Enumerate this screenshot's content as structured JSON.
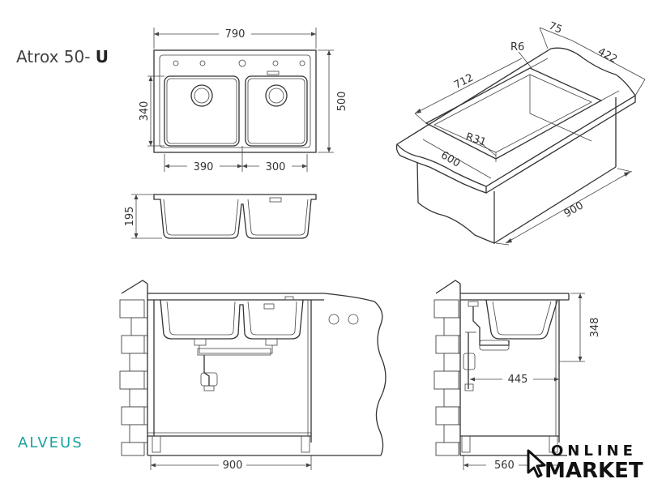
{
  "product": {
    "model": "Atrox 50-",
    "model_suffix": "U"
  },
  "brand": {
    "name": "ALVEUS",
    "color": "#1aa3a0"
  },
  "store": {
    "line1": "ONLINE",
    "line2": "MARKET"
  },
  "dimensions": {
    "top_width": "790",
    "top_height": "500",
    "bowl_height": "340",
    "bowl_left_width": "390",
    "bowl_right_width": "300",
    "depth": "195",
    "iso_flange": "75",
    "iso_depth": "422",
    "iso_radius_corner": "R6",
    "iso_length": "712",
    "iso_radius_bowl": "R31",
    "iso_width": "600",
    "iso_cabinet": "900",
    "front_cabinet": "900",
    "side_height": "348",
    "side_drain": "445",
    "side_cabinet": "560"
  }
}
